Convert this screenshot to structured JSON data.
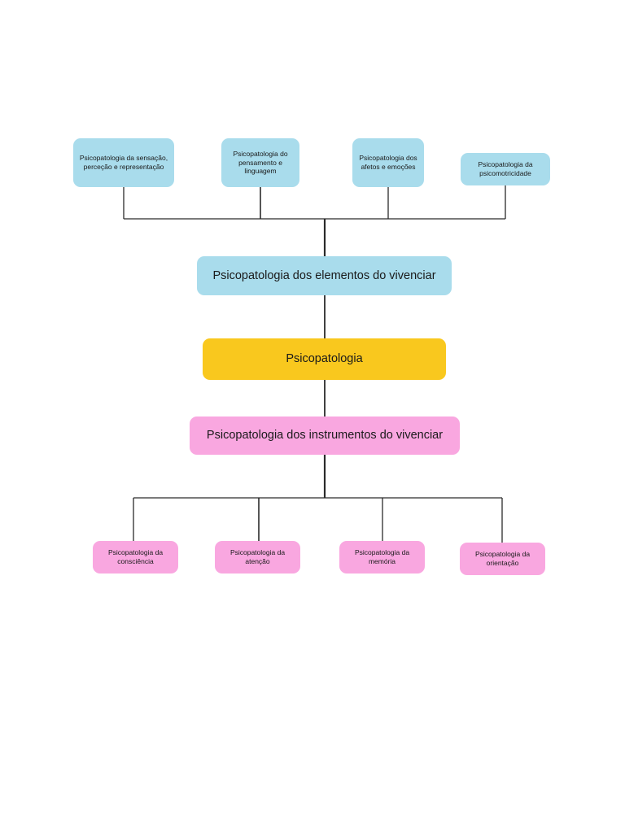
{
  "diagram": {
    "title": "Psicopatologia",
    "type": "hierarchy-mind-map",
    "colors": {
      "blue": "#a9dcec",
      "pink": "#f9a7e0",
      "yellow": "#f9c81e",
      "line": "#2b2b2b",
      "background": "#ffffff",
      "text": "#1a1a1a"
    },
    "center": {
      "label": "Psicopatologia"
    },
    "branch_elements": {
      "label": "Psicopatologia dos elementos do vivenciar",
      "children": [
        {
          "label": "Psicopatologia da sensação, perceção e representação"
        },
        {
          "label": "Psicopatologia do pensamento e linguagem"
        },
        {
          "label": "Psicopatologia dos afetos e emoções"
        },
        {
          "label": "Psicopatologia da psicomotricidade"
        }
      ]
    },
    "branch_instruments": {
      "label": "Psicopatologia dos instrumentos do vivenciar",
      "children": [
        {
          "label": "Psicopatologia da consciência"
        },
        {
          "label": "Psicopatologia da atenção"
        },
        {
          "label": "Psicopatologia da memória"
        },
        {
          "label": "Psicopatologia da orientação"
        }
      ]
    }
  }
}
